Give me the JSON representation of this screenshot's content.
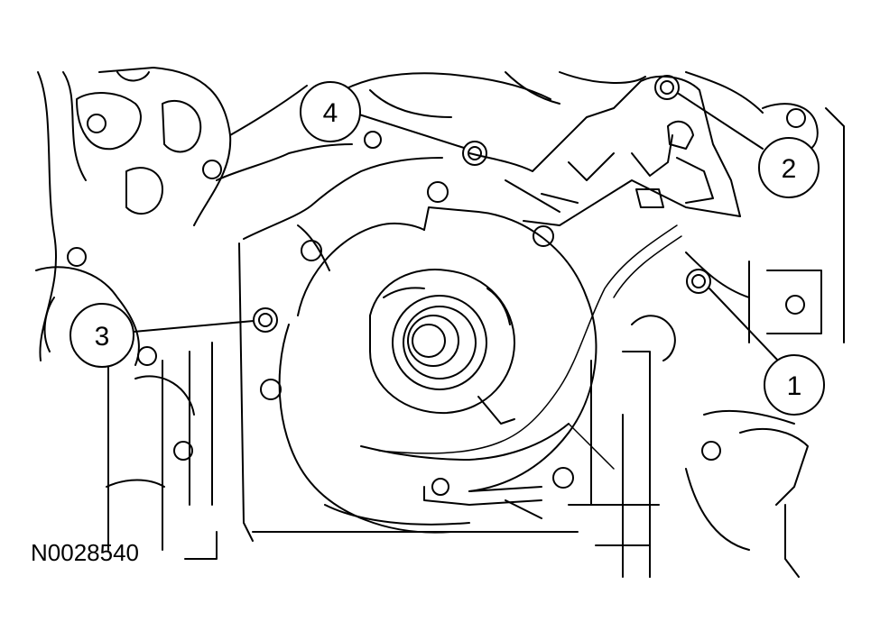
{
  "figure": {
    "id_label": "N0028540",
    "callouts": [
      {
        "number": "1",
        "name": "bolt-1"
      },
      {
        "number": "2",
        "name": "bolt-2"
      },
      {
        "number": "3",
        "name": "bolt-3"
      },
      {
        "number": "4",
        "name": "bolt-4"
      }
    ]
  }
}
